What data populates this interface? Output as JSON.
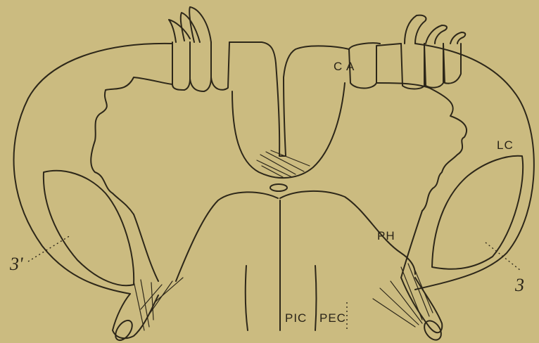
{
  "labels": {
    "ca": "C A",
    "lc": "LC",
    "ph": "PH",
    "pic": "PIC",
    "pec": "PEC",
    "three_left": "3'",
    "three_right": "3"
  }
}
